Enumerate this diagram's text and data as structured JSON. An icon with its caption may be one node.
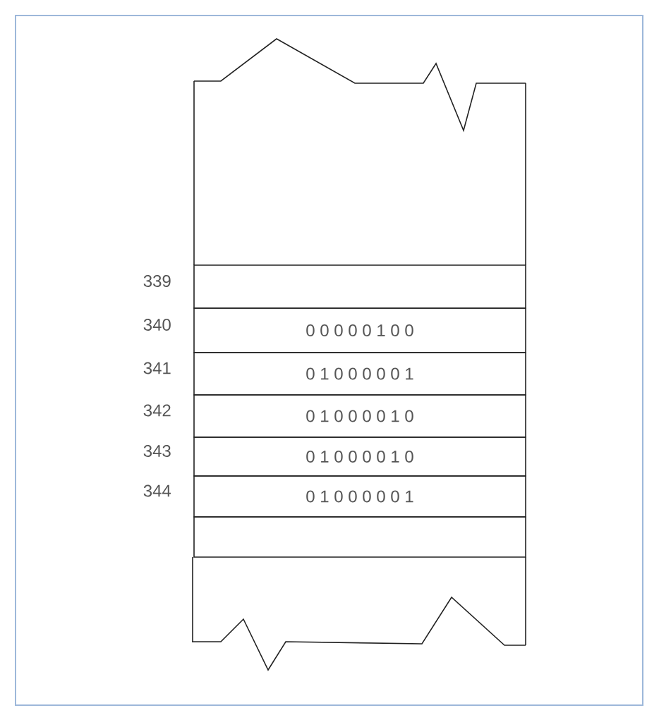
{
  "diagram": {
    "nodes": [
      {
        "text": [],
        "shape": "box",
        "beside": [
          "339"
        ]
      },
      {
        "text": [
          "0 0 0 0 0 1 0 0"
        ],
        "beside": [
          "340"
        ]
      },
      {
        "text": [
          "0 1 0 0 0 0 0 1"
        ],
        "beside": [
          "341"
        ]
      },
      {
        "text": [
          "0 1 0 0 0 0 1 0"
        ],
        "beside": [
          "342"
        ]
      },
      {
        "text": [
          "0 1 0 0 0 0 1 0"
        ],
        "beside": [
          "343"
        ]
      },
      {
        "text": [
          "0 1 0 0 0 0 0 1"
        ],
        "beside": [
          "344"
        ]
      },
      {
        "text": [],
        "shape": "box"
      }
    ]
  }
}
